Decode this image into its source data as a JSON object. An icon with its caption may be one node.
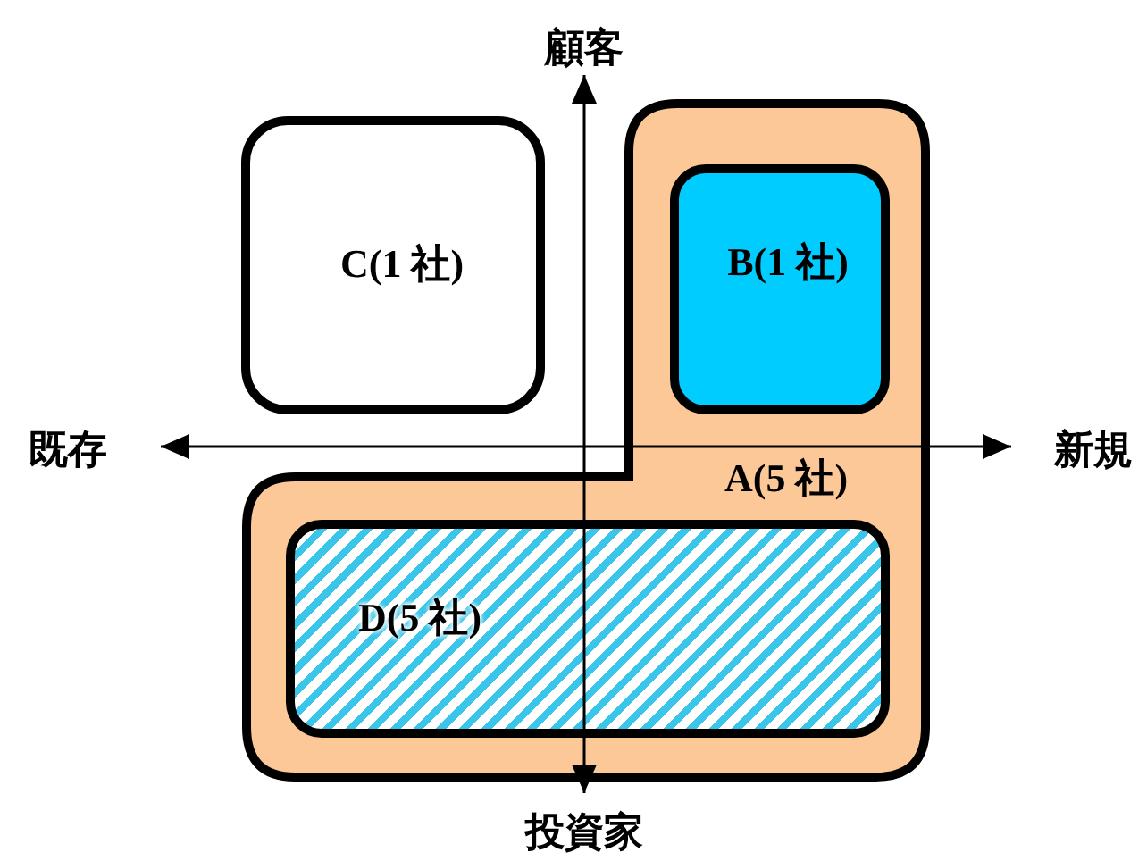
{
  "diagram": {
    "nodes": [
      {
        "text": [
          "C(1 社)"
        ]
      },
      {
        "text": [
          "A(5 社)"
        ]
      },
      {
        "text": [
          "B(1 社)"
        ],
        "in": 1
      },
      {
        "text": [
          "D(5 社)"
        ],
        "in": 1
      }
    ],
    "edges": [],
    "labels": [
      "顧客",
      "既存",
      "新規",
      "投資家"
    ]
  }
}
